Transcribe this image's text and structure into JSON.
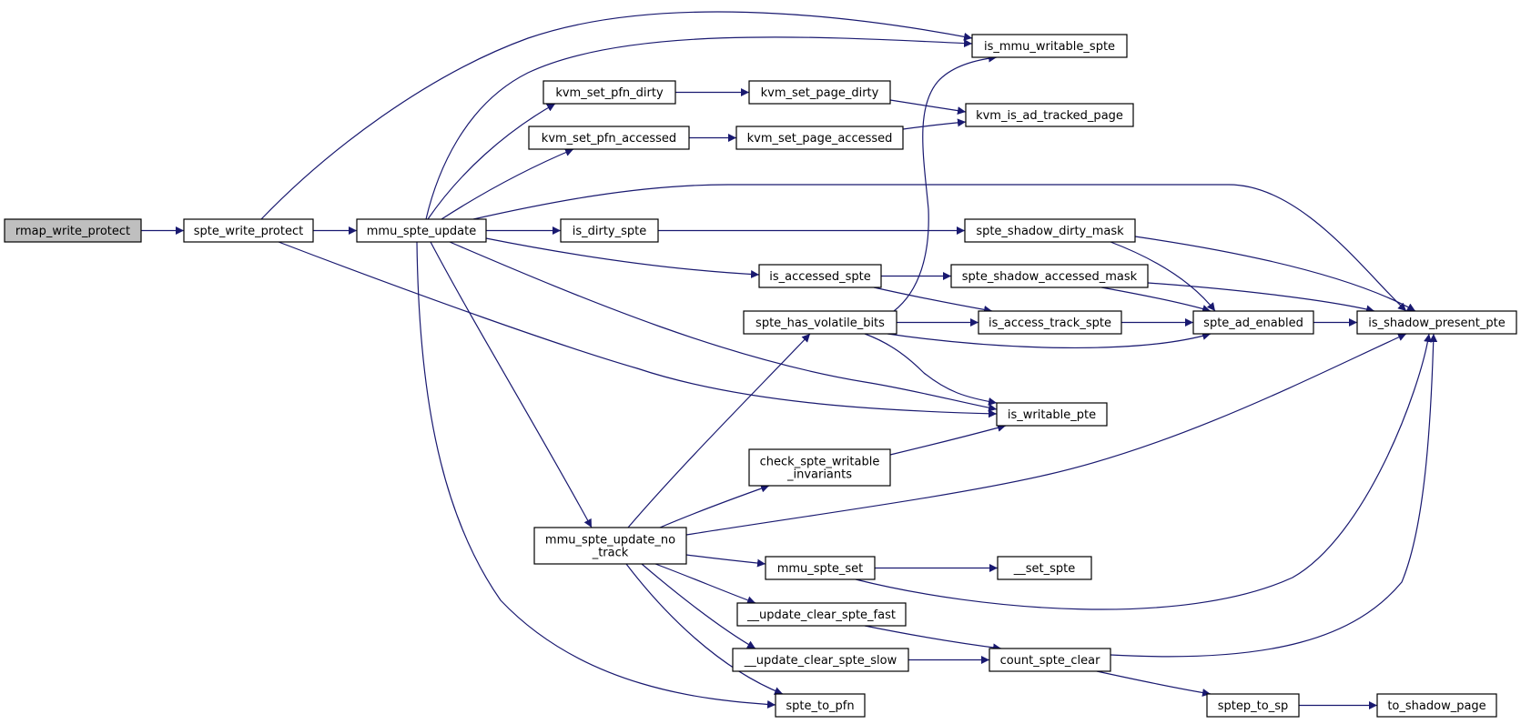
{
  "colors": {
    "edge": "#191970",
    "node_fill": "#ffffff",
    "root_fill": "#bfbfbf",
    "border": "#000000"
  },
  "nodes": {
    "rmap_write_protect": {
      "lines": [
        "rmap_write_protect"
      ],
      "root": true
    },
    "spte_write_protect": {
      "lines": [
        "spte_write_protect"
      ]
    },
    "mmu_spte_update": {
      "lines": [
        "mmu_spte_update"
      ]
    },
    "is_mmu_writable_spte": {
      "lines": [
        "is_mmu_writable_spte"
      ]
    },
    "kvm_set_pfn_dirty": {
      "lines": [
        "kvm_set_pfn_dirty"
      ]
    },
    "kvm_set_page_dirty": {
      "lines": [
        "kvm_set_page_dirty"
      ]
    },
    "kvm_is_ad_tracked_page": {
      "lines": [
        "kvm_is_ad_tracked_page"
      ]
    },
    "kvm_set_pfn_accessed": {
      "lines": [
        "kvm_set_pfn_accessed"
      ]
    },
    "kvm_set_page_accessed": {
      "lines": [
        "kvm_set_page_accessed"
      ]
    },
    "is_dirty_spte": {
      "lines": [
        "is_dirty_spte"
      ]
    },
    "spte_shadow_dirty_mask": {
      "lines": [
        "spte_shadow_dirty_mask"
      ]
    },
    "is_accessed_spte": {
      "lines": [
        "is_accessed_spte"
      ]
    },
    "spte_shadow_accessed_mask": {
      "lines": [
        "spte_shadow_accessed_mask"
      ]
    },
    "spte_has_volatile_bits": {
      "lines": [
        "spte_has_volatile_bits"
      ]
    },
    "is_access_track_spte": {
      "lines": [
        "is_access_track_spte"
      ]
    },
    "spte_ad_enabled": {
      "lines": [
        "spte_ad_enabled"
      ]
    },
    "is_shadow_present_pte": {
      "lines": [
        "is_shadow_present_pte"
      ]
    },
    "is_writable_pte": {
      "lines": [
        "is_writable_pte"
      ]
    },
    "check_spte_writable_invariants": {
      "lines": [
        "check_spte_writable",
        "_invariants"
      ]
    },
    "mmu_spte_update_no_track": {
      "lines": [
        "mmu_spte_update_no",
        "_track"
      ]
    },
    "mmu_spte_set": {
      "lines": [
        "mmu_spte_set"
      ]
    },
    "__set_spte": {
      "lines": [
        "__set_spte"
      ]
    },
    "__update_clear_spte_fast": {
      "lines": [
        "__update_clear_spte_fast"
      ]
    },
    "__update_clear_spte_slow": {
      "lines": [
        "__update_clear_spte_slow"
      ]
    },
    "count_spte_clear": {
      "lines": [
        "count_spte_clear"
      ]
    },
    "spte_to_pfn": {
      "lines": [
        "spte_to_pfn"
      ]
    },
    "sptep_to_sp": {
      "lines": [
        "sptep_to_sp"
      ]
    },
    "to_shadow_page": {
      "lines": [
        "to_shadow_page"
      ]
    }
  },
  "edges": [
    [
      "rmap_write_protect",
      "spte_write_protect"
    ],
    [
      "spte_write_protect",
      "is_mmu_writable_spte"
    ],
    [
      "spte_write_protect",
      "mmu_spte_update"
    ],
    [
      "spte_write_protect",
      "is_writable_pte"
    ],
    [
      "mmu_spte_update",
      "is_mmu_writable_spte"
    ],
    [
      "mmu_spte_update",
      "kvm_set_pfn_dirty"
    ],
    [
      "mmu_spte_update",
      "kvm_set_pfn_accessed"
    ],
    [
      "mmu_spte_update",
      "is_shadow_present_pte"
    ],
    [
      "mmu_spte_update",
      "is_dirty_spte"
    ],
    [
      "mmu_spte_update",
      "is_accessed_spte"
    ],
    [
      "mmu_spte_update",
      "is_writable_pte"
    ],
    [
      "mmu_spte_update",
      "mmu_spte_update_no_track"
    ],
    [
      "mmu_spte_update",
      "spte_to_pfn"
    ],
    [
      "kvm_set_pfn_dirty",
      "kvm_set_page_dirty"
    ],
    [
      "kvm_set_page_dirty",
      "kvm_is_ad_tracked_page"
    ],
    [
      "kvm_set_pfn_accessed",
      "kvm_set_page_accessed"
    ],
    [
      "kvm_set_page_accessed",
      "kvm_is_ad_tracked_page"
    ],
    [
      "is_dirty_spte",
      "spte_shadow_dirty_mask"
    ],
    [
      "spte_shadow_dirty_mask",
      "spte_ad_enabled"
    ],
    [
      "spte_shadow_dirty_mask",
      "is_shadow_present_pte"
    ],
    [
      "is_accessed_spte",
      "spte_shadow_accessed_mask"
    ],
    [
      "is_accessed_spte",
      "is_access_track_spte"
    ],
    [
      "spte_shadow_accessed_mask",
      "spte_ad_enabled"
    ],
    [
      "spte_shadow_accessed_mask",
      "is_shadow_present_pte"
    ],
    [
      "spte_has_volatile_bits",
      "is_mmu_writable_spte"
    ],
    [
      "spte_has_volatile_bits",
      "is_access_track_spte"
    ],
    [
      "spte_has_volatile_bits",
      "spte_ad_enabled"
    ],
    [
      "spte_has_volatile_bits",
      "is_writable_pte"
    ],
    [
      "is_access_track_spte",
      "spte_ad_enabled"
    ],
    [
      "spte_ad_enabled",
      "is_shadow_present_pte"
    ],
    [
      "check_spte_writable_invariants",
      "is_writable_pte"
    ],
    [
      "mmu_spte_update_no_track",
      "spte_has_volatile_bits"
    ],
    [
      "mmu_spte_update_no_track",
      "check_spte_writable_invariants"
    ],
    [
      "mmu_spte_update_no_track",
      "is_shadow_present_pte"
    ],
    [
      "mmu_spte_update_no_track",
      "mmu_spte_set"
    ],
    [
      "mmu_spte_update_no_track",
      "__update_clear_spte_fast"
    ],
    [
      "mmu_spte_update_no_track",
      "__update_clear_spte_slow"
    ],
    [
      "mmu_spte_update_no_track",
      "spte_to_pfn"
    ],
    [
      "mmu_spte_set",
      "__set_spte"
    ],
    [
      "mmu_spte_set",
      "is_shadow_present_pte"
    ],
    [
      "__update_clear_spte_fast",
      "count_spte_clear"
    ],
    [
      "__update_clear_spte_slow",
      "count_spte_clear"
    ],
    [
      "count_spte_clear",
      "is_shadow_present_pte"
    ],
    [
      "count_spte_clear",
      "sptep_to_sp"
    ],
    [
      "sptep_to_sp",
      "to_shadow_page"
    ]
  ]
}
